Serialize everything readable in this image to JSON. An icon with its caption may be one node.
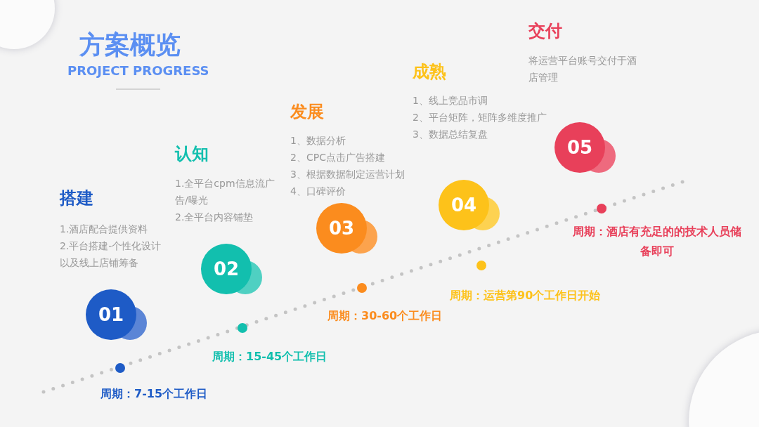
{
  "diagram": {
    "title": "方案概览",
    "nodes": [
      {
        "text": [
          "01"
        ],
        "beside": [
          "搭建",
          "1.酒店配合提供资料",
          "2.平台搭建-个性化设计以及线上店铺筹备"
        ]
      },
      {
        "text": [
          "02"
        ],
        "beside": [
          "认知",
          "1.全平台cpm信息流广告/曝光",
          "2.全平台内容铺垫"
        ]
      },
      {
        "text": [
          "03"
        ],
        "beside": [
          "发展",
          "1、数据分析",
          "2、CPC点击广告搭建",
          "3、根据数据制定运营计划",
          "4、口碑评价"
        ]
      },
      {
        "text": [
          "04"
        ],
        "beside": [
          "成熟",
          "1、线上竞品市调",
          "2、平台矩阵，矩阵多维度推广",
          "3、数据总结复盘"
        ]
      },
      {
        "text": [
          "05"
        ],
        "beside": [
          "交付",
          "将运营平台账号交付于酒店管理"
        ]
      }
    ],
    "labels": [
      "PROJECT PROGRESS",
      "周期：酒店有充足的的技术人员储备即可",
      "周期：运营第90个工作日开始",
      "周期：30-60个工作日",
      "周期：15-45个工作日",
      "周期：7-15个工作日"
    ]
  }
}
